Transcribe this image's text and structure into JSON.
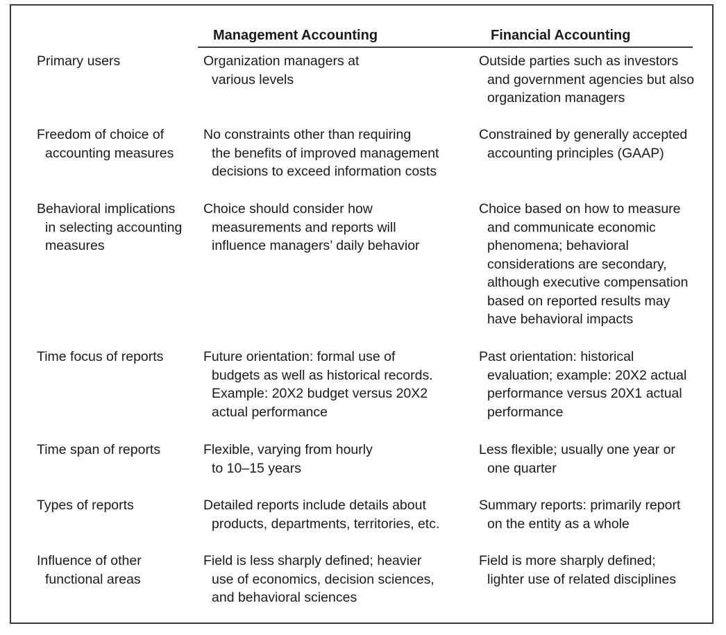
{
  "table": {
    "headers": {
      "management": "Management Accounting",
      "financial": "Financial Accounting"
    },
    "rows": [
      {
        "label": [
          "Primary users"
        ],
        "management": [
          "Organization managers at",
          "various levels"
        ],
        "financial": [
          "Outside parties such as investors",
          "and government agencies but also",
          "organization managers"
        ]
      },
      {
        "label": [
          "Freedom of choice of",
          "accounting measures"
        ],
        "management": [
          "No constraints other than requiring",
          "the benefits of improved management",
          "decisions to exceed information costs"
        ],
        "financial": [
          "Constrained by generally accepted",
          "accounting principles (GAAP)"
        ]
      },
      {
        "label": [
          "Behavioral implications",
          "in selecting accounting",
          "measures"
        ],
        "management": [
          "Choice should consider how",
          "measurements and reports will",
          "influence managers’ daily behavior"
        ],
        "financial": [
          "Choice based on how to measure",
          "and communicate economic",
          "phenomena; behavioral",
          "considerations are secondary,",
          "although executive compensation",
          "based on reported results may",
          "have behavioral impacts"
        ]
      },
      {
        "label": [
          "Time focus of reports"
        ],
        "management": [
          "Future orientation: formal use of",
          "budgets as well as historical records.",
          "Example: 20X2 budget versus 20X2",
          "actual performance"
        ],
        "financial": [
          "Past orientation: historical",
          "evaluation; example: 20X2 actual",
          "performance versus 20X1 actual",
          "performance"
        ]
      },
      {
        "label": [
          "Time span of reports"
        ],
        "management": [
          "Flexible, varying from hourly",
          "to 10–15 years"
        ],
        "financial": [
          "Less flexible; usually one year or",
          "one quarter"
        ]
      },
      {
        "label": [
          "Types of reports"
        ],
        "management": [
          "Detailed reports include details about",
          "products, departments, territories, etc."
        ],
        "financial": [
          "Summary reports: primarily report",
          "on the entity as a whole"
        ]
      },
      {
        "label": [
          "Influence of other",
          "functional areas"
        ],
        "management": [
          "Field is less sharply defined; heavier",
          "use of economics, decision sciences,",
          "and behavioral sciences"
        ],
        "financial": [
          "Field is more sharply defined;",
          "lighter use of related disciplines"
        ]
      }
    ]
  }
}
